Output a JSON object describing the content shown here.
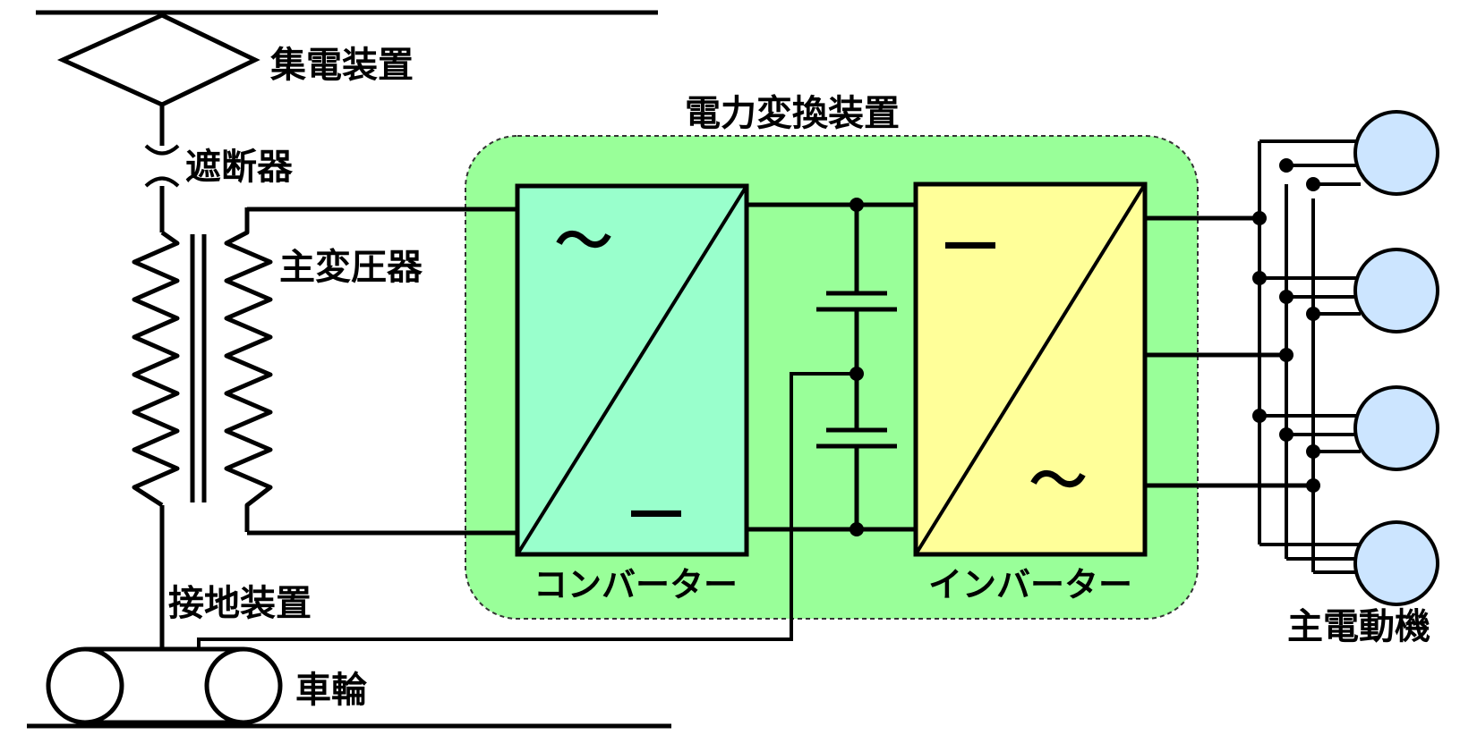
{
  "labels": {
    "pantograph": "集電装置",
    "breaker": "遮断器",
    "transformer": "主変圧器",
    "grounding": "接地装置",
    "wheels": "車輪",
    "power_converter_unit": "電力変換装置",
    "converter": "コンバーター",
    "inverter": "インバーター",
    "motors": "主電動機"
  },
  "symbols": {
    "converter_in": "～",
    "converter_out": "―",
    "inverter_in": "―",
    "inverter_out": "～"
  },
  "colors": {
    "unit_background": "#99ff99",
    "converter_fill": "#99ffcc",
    "inverter_fill": "#ffff99",
    "motor_fill": "#cce5ff",
    "line": "#000000"
  },
  "motor_count": 4
}
